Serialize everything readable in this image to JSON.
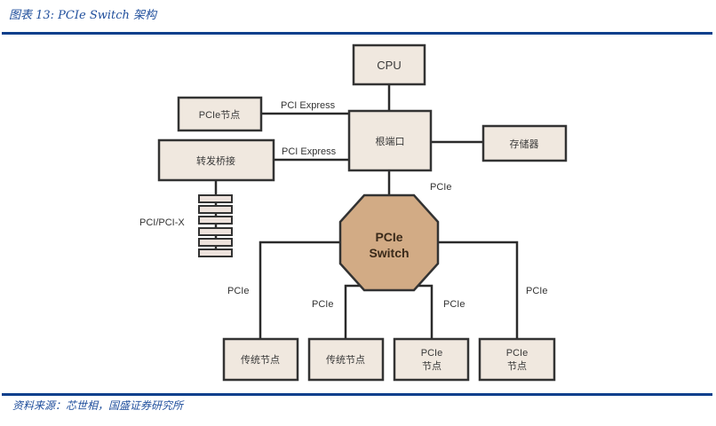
{
  "figure": {
    "title": "图表 13:  PCIe Switch 架构",
    "source": "资料来源：芯世相，国盛证券研究所"
  },
  "diagram": {
    "nodes": {
      "cpu": "CPU",
      "root_port": "根端口",
      "storage": "存储器",
      "pcie_node_left": "PCIe节点",
      "bridge": "转发桥接",
      "switch_line1": "PCIe",
      "switch_line2": "Switch",
      "legacy_node_1": "传统节点",
      "legacy_node_2": "传统节点",
      "pcie_node_3_line1": "PCIe",
      "pcie_node_3_line2": "节点",
      "pcie_node_4_line1": "PCIe",
      "pcie_node_4_line2": "节点"
    },
    "links": {
      "pcie_node_to_root": "PCI Express",
      "bridge_to_root": "PCI Express",
      "root_to_switch": "PCIe",
      "bus_label": "PCI/PCI-X",
      "switch_to_legacy_1": "PCIe",
      "switch_to_legacy_2": "PCIe",
      "switch_to_pcie_node_3": "PCIe",
      "switch_to_pcie_node_4": "PCIe"
    },
    "colors": {
      "box_fill": "#f0e8df",
      "switch_fill": "#d2ab85",
      "title_blue": "#1f4e9c",
      "rule_blue": "#0b3f8c"
    }
  }
}
